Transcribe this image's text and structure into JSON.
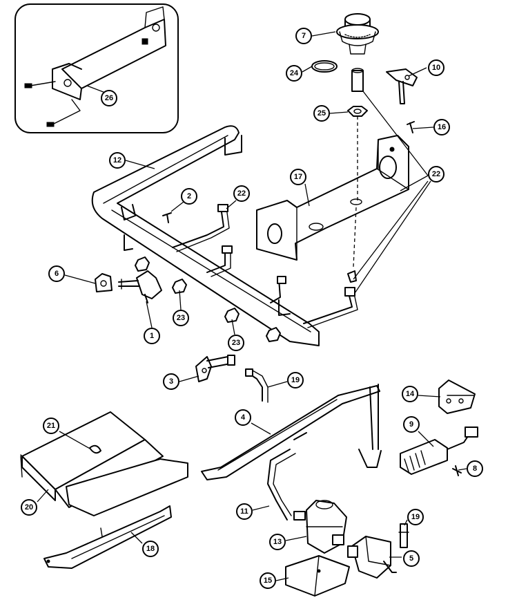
{
  "callouts": {
    "c26": "26",
    "c7": "7",
    "c24": "24",
    "c10": "10",
    "c25": "25",
    "c16": "16",
    "c12": "12",
    "c2": "2",
    "c22a": "22",
    "c17": "17",
    "c22b": "22",
    "c6": "6",
    "c23a": "23",
    "c23b": "23",
    "c1": "1",
    "c3": "3",
    "c19a": "19",
    "c14": "14",
    "c9": "9",
    "c8": "8",
    "c4": "4",
    "c21": "21",
    "c20": "20",
    "c11": "11",
    "c18": "18",
    "c13": "13",
    "c19b": "19",
    "c5": "5",
    "c15": "15"
  }
}
